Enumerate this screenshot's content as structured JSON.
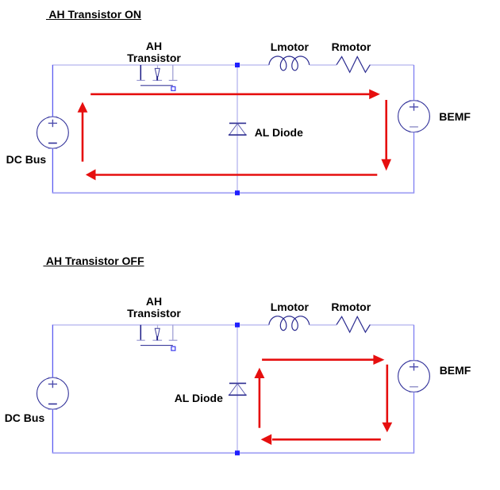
{
  "colors": {
    "background": "#ffffff",
    "wire_light": "#c9c9f3",
    "wire_left": "#5d5df0",
    "wire_right": "#7d7df2",
    "wire_bottom": "#9b9bf3",
    "component": "#2b2b90",
    "junction": "#1f1fff",
    "gate_square": "#4545ee",
    "current_arrow": "#e60f0f",
    "label_text": "#000000"
  },
  "circuits": [
    {
      "state": "ON",
      "title": " AH Transistor ON",
      "labels": {
        "transistor_line1": "AH",
        "transistor_line2": "Transistor",
        "inductor": "Lmotor",
        "resistor": "Rmotor",
        "diode": "AL Diode",
        "dc_source": "DC Bus",
        "back_emf": "BEMF"
      }
    },
    {
      "state": "OFF",
      "title": " AH Transistor OFF",
      "labels": {
        "transistor_line1": "AH",
        "transistor_line2": "Transistor",
        "inductor": "Lmotor",
        "resistor": "Rmotor",
        "diode": "AL Diode",
        "dc_source": "DC Bus",
        "back_emf": "BEMF"
      }
    }
  ]
}
